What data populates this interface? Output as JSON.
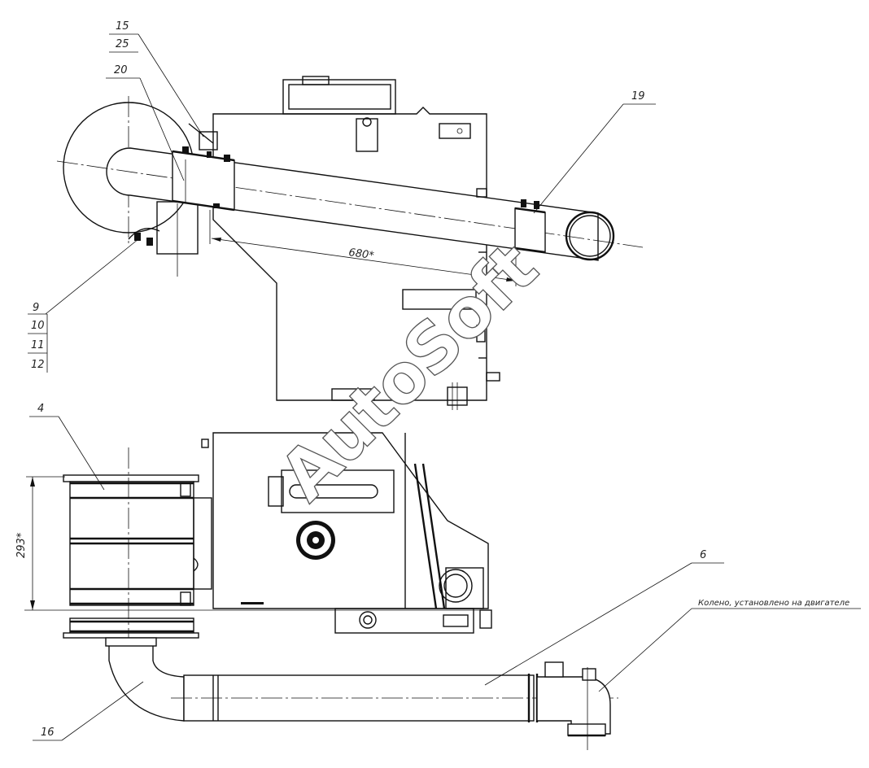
{
  "callouts": {
    "c15": "15",
    "c25": "25",
    "c20": "20",
    "c19": "19",
    "c9": "9",
    "c10": "10",
    "c11": "11",
    "c12": "12",
    "c4": "4",
    "c6": "6",
    "c16": "16"
  },
  "dimensions": {
    "length": "680*",
    "height": "293*"
  },
  "note": "Колено, установлено на двигателе",
  "watermark": "AutoSoft"
}
